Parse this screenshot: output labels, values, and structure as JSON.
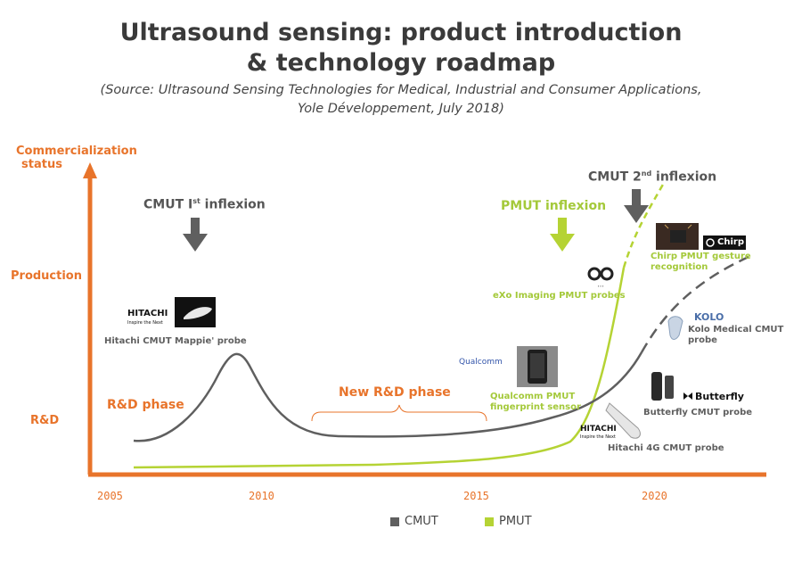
{
  "title": {
    "line1": "Ultrasound sensing: product introduction",
    "line2": "& technology roadmap"
  },
  "source": {
    "line1": "(Source: Ultrasound Sensing Technologies for Medical, Industrial and Consumer Applications,",
    "line2": "Yole Développement, July 2018)"
  },
  "axis": {
    "y_title_line1": "Commercialization",
    "y_title_line2": "status",
    "levels": [
      "Production",
      "R&D"
    ],
    "x_ticks": [
      "2005",
      "2010",
      "2015",
      "2020"
    ]
  },
  "annotations": {
    "cmut_first_prefix": "CMUT I",
    "cmut_first_sup": "st",
    "cmut_first_suffix": " inflexion",
    "cmut_second_prefix": "CMUT 2",
    "cmut_second_sup": "nd",
    "cmut_second_suffix": " inflexion",
    "pmut_inflexion": "PMUT inflexion",
    "rd_phase": "R&D phase",
    "new_rd_phase": "New R&D phase"
  },
  "products": {
    "hitachi_mappie": "Hitachi CMUT Mappie' probe",
    "hitachi_logo": "HITACHI",
    "hitachi_tagline": "Inspire the Next",
    "qualcomm_logo": "Qualcomm",
    "qualcomm_caption_1": "Qualcomm PMUT",
    "qualcomm_caption_2": "fingerprint sensor",
    "exo_caption": "eXo Imaging PMUT probes",
    "chirp_logo": "Chirp",
    "chirp_caption_1": "Chirp PMUT gesture",
    "chirp_caption_2": "recognition",
    "kolo_logo": "KOLO",
    "kolo_caption_1": "Kolo Medical CMUT",
    "kolo_caption_2": "probe",
    "butterfly_logo": "Butterfly",
    "butterfly_caption": "Butterfly CMUT probe",
    "hitachi4g_caption": "Hitachi 4G CMUT probe"
  },
  "legend": {
    "cmut": "CMUT",
    "pmut": "PMUT"
  },
  "colors": {
    "axis": "#e8742b",
    "cmut": "#5f5f5f",
    "pmut": "#b5d334",
    "arrow_gray": "#5f5f5f",
    "arrow_green": "#b5d334"
  }
}
